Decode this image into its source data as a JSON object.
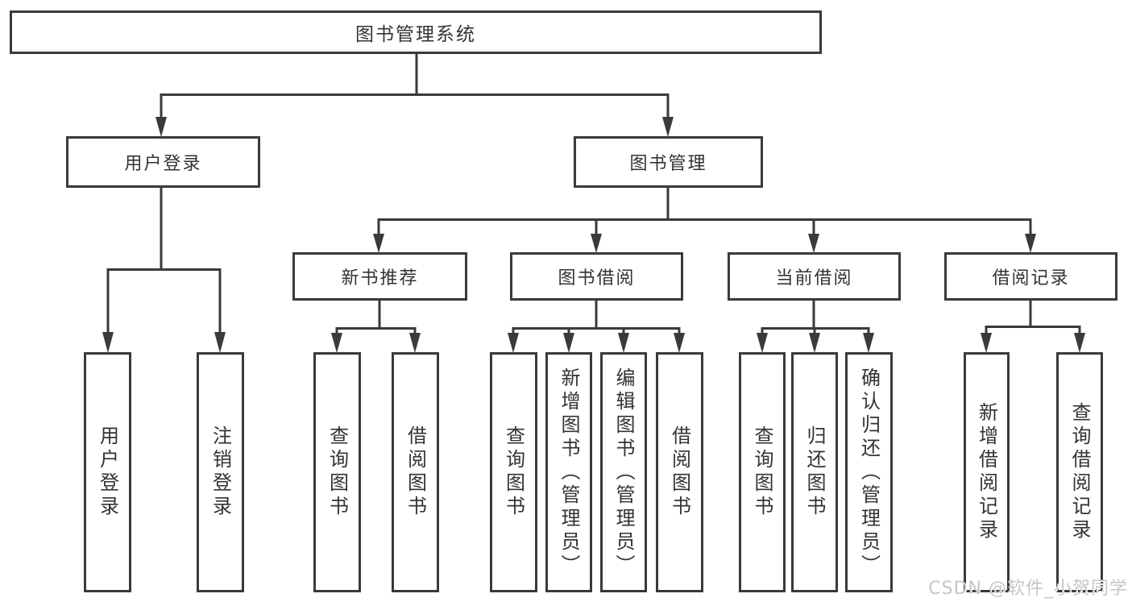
{
  "colors": {
    "line": "#3a3a3a",
    "text": "#333333",
    "background": "#ffffff",
    "watermark": "#c6c6c6"
  },
  "diagram": {
    "root": {
      "label": "图书管理系统"
    },
    "user_login": {
      "label": "用户登录",
      "children": [
        {
          "label": "用户登录"
        },
        {
          "label": "注销登录"
        }
      ]
    },
    "book_mgmt": {
      "label": "图书管理",
      "children": [
        {
          "label": "新书推荐",
          "children": [
            {
              "label": "查询图书"
            },
            {
              "label": "借阅图书"
            }
          ]
        },
        {
          "label": "图书借阅",
          "children": [
            {
              "label": "查询图书"
            },
            {
              "label": "新增图书（管理员）"
            },
            {
              "label": "编辑图书（管理员）"
            },
            {
              "label": "借阅图书"
            }
          ]
        },
        {
          "label": "当前借阅",
          "children": [
            {
              "label": "查询图书"
            },
            {
              "label": "归还图书"
            },
            {
              "label": "确认归还（管理员）"
            }
          ]
        },
        {
          "label": "借阅记录",
          "children": [
            {
              "label": "新增借阅记录"
            },
            {
              "label": "查询借阅记录"
            }
          ]
        }
      ]
    }
  },
  "watermark": {
    "text": "CSDN @软件_小贺同学"
  }
}
